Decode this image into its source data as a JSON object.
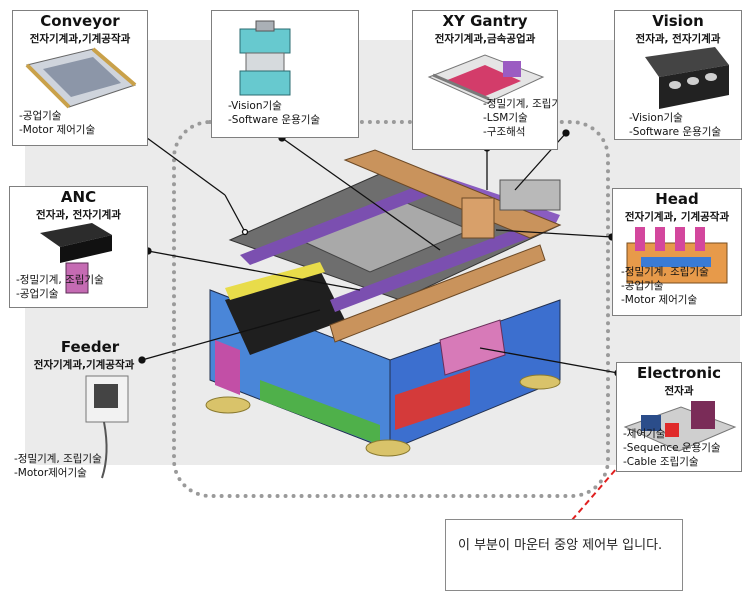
{
  "modules": {
    "conveyor": {
      "title": "Conveyor",
      "depts": "전자기계과,기계공작과",
      "skills": [
        "-공업기술",
        "-Motor 제어기술"
      ]
    },
    "vision_sw": {
      "skills": [
        "-Vision기술",
        "-Software 운용기술"
      ]
    },
    "xy_gantry": {
      "title": "XY Gantry",
      "depts": "전자기계과,금속공업과",
      "skills": [
        "-정밀기계, 조립기술",
        "-LSM기술",
        "-구조해석"
      ]
    },
    "vision": {
      "title": "Vision",
      "depts": "전자과, 전자기계과",
      "skills": [
        "-Vision기술",
        "-Software 운용기술"
      ]
    },
    "anc": {
      "title": "ANC",
      "depts": "전자과, 전자기계과",
      "skills": [
        "-정밀기계, 조립기술",
        "-공업기술"
      ]
    },
    "head": {
      "title": "Head",
      "depts": "전자기계과, 기계공작과",
      "skills": [
        "-정밀기계, 조립기술",
        "-공업기술",
        "-Motor 제어기술"
      ]
    },
    "feeder": {
      "title": "Feeder",
      "depts": "전자기계과,기계공작과",
      "skills": [
        "-정밀기계, 조립기술",
        "-Motor제어기술"
      ]
    },
    "electronic": {
      "title": "Electronic",
      "depts": "전자과",
      "skills": [
        "-제어기술",
        "-Sequence 운용기술",
        "-Cable 조립기술"
      ]
    }
  },
  "note": {
    "text": "이 부분이 마운터 중앙 제어부 입니다."
  },
  "colors": {
    "background_panel": "#ebebeb",
    "card_border": "#7f7f7f",
    "note_pointer": "#e02020",
    "machine_base": "#3c6fcf",
    "rail_purple": "#7b4fb0",
    "table_gray": "#8d8d8d",
    "wood": "#c9935c",
    "feet": "#d9c36a"
  }
}
